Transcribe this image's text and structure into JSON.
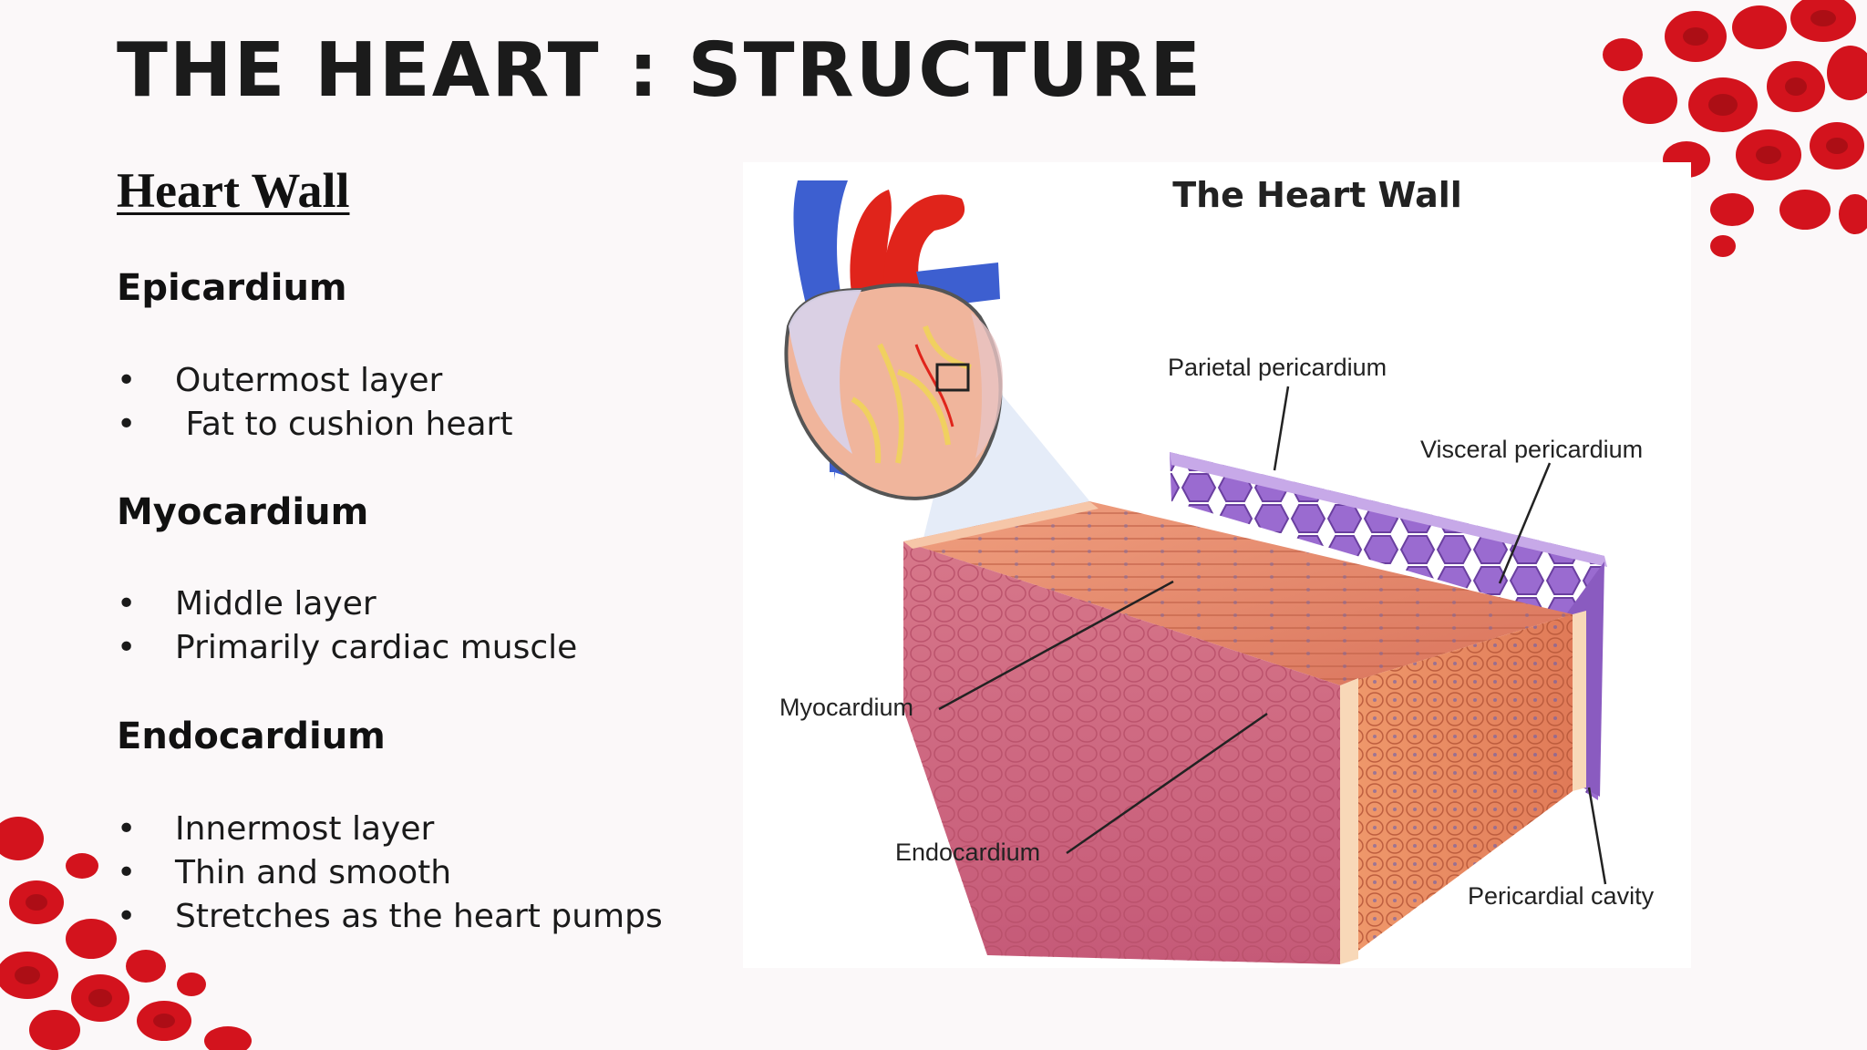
{
  "slide": {
    "title": "THE HEART : STRUCTURE",
    "section_title": "Heart Wall"
  },
  "layers": [
    {
      "heading": "Epicardium",
      "bullets": [
        "Outermost layer",
        " Fat to cushion heart"
      ]
    },
    {
      "heading": "Myocardium",
      "bullets": [
        "Middle layer",
        "Primarily cardiac muscle"
      ]
    },
    {
      "heading": "Endocardium",
      "bullets": [
        "Innermost layer",
        "Thin and smooth",
        "Stretches as the heart pumps"
      ]
    }
  ],
  "bullet_glyph": "•",
  "diagram": {
    "title": "The Heart Wall",
    "labels": {
      "parietal": "Parietal pericardium",
      "visceral": "Visceral pericardium",
      "myocardium": "Myocardium",
      "endocardium": "Endocardium",
      "cavity": "Pericardial cavity"
    }
  },
  "colors": {
    "title_text": "#1b1b1b",
    "blood_cell": "#d3131d",
    "pericardium": "#8a5bc0",
    "myocardium": "#d0707e",
    "muscle_top": "#e88f74",
    "vessel_red": "#e0241b",
    "vessel_blue": "#3d5fd0"
  }
}
